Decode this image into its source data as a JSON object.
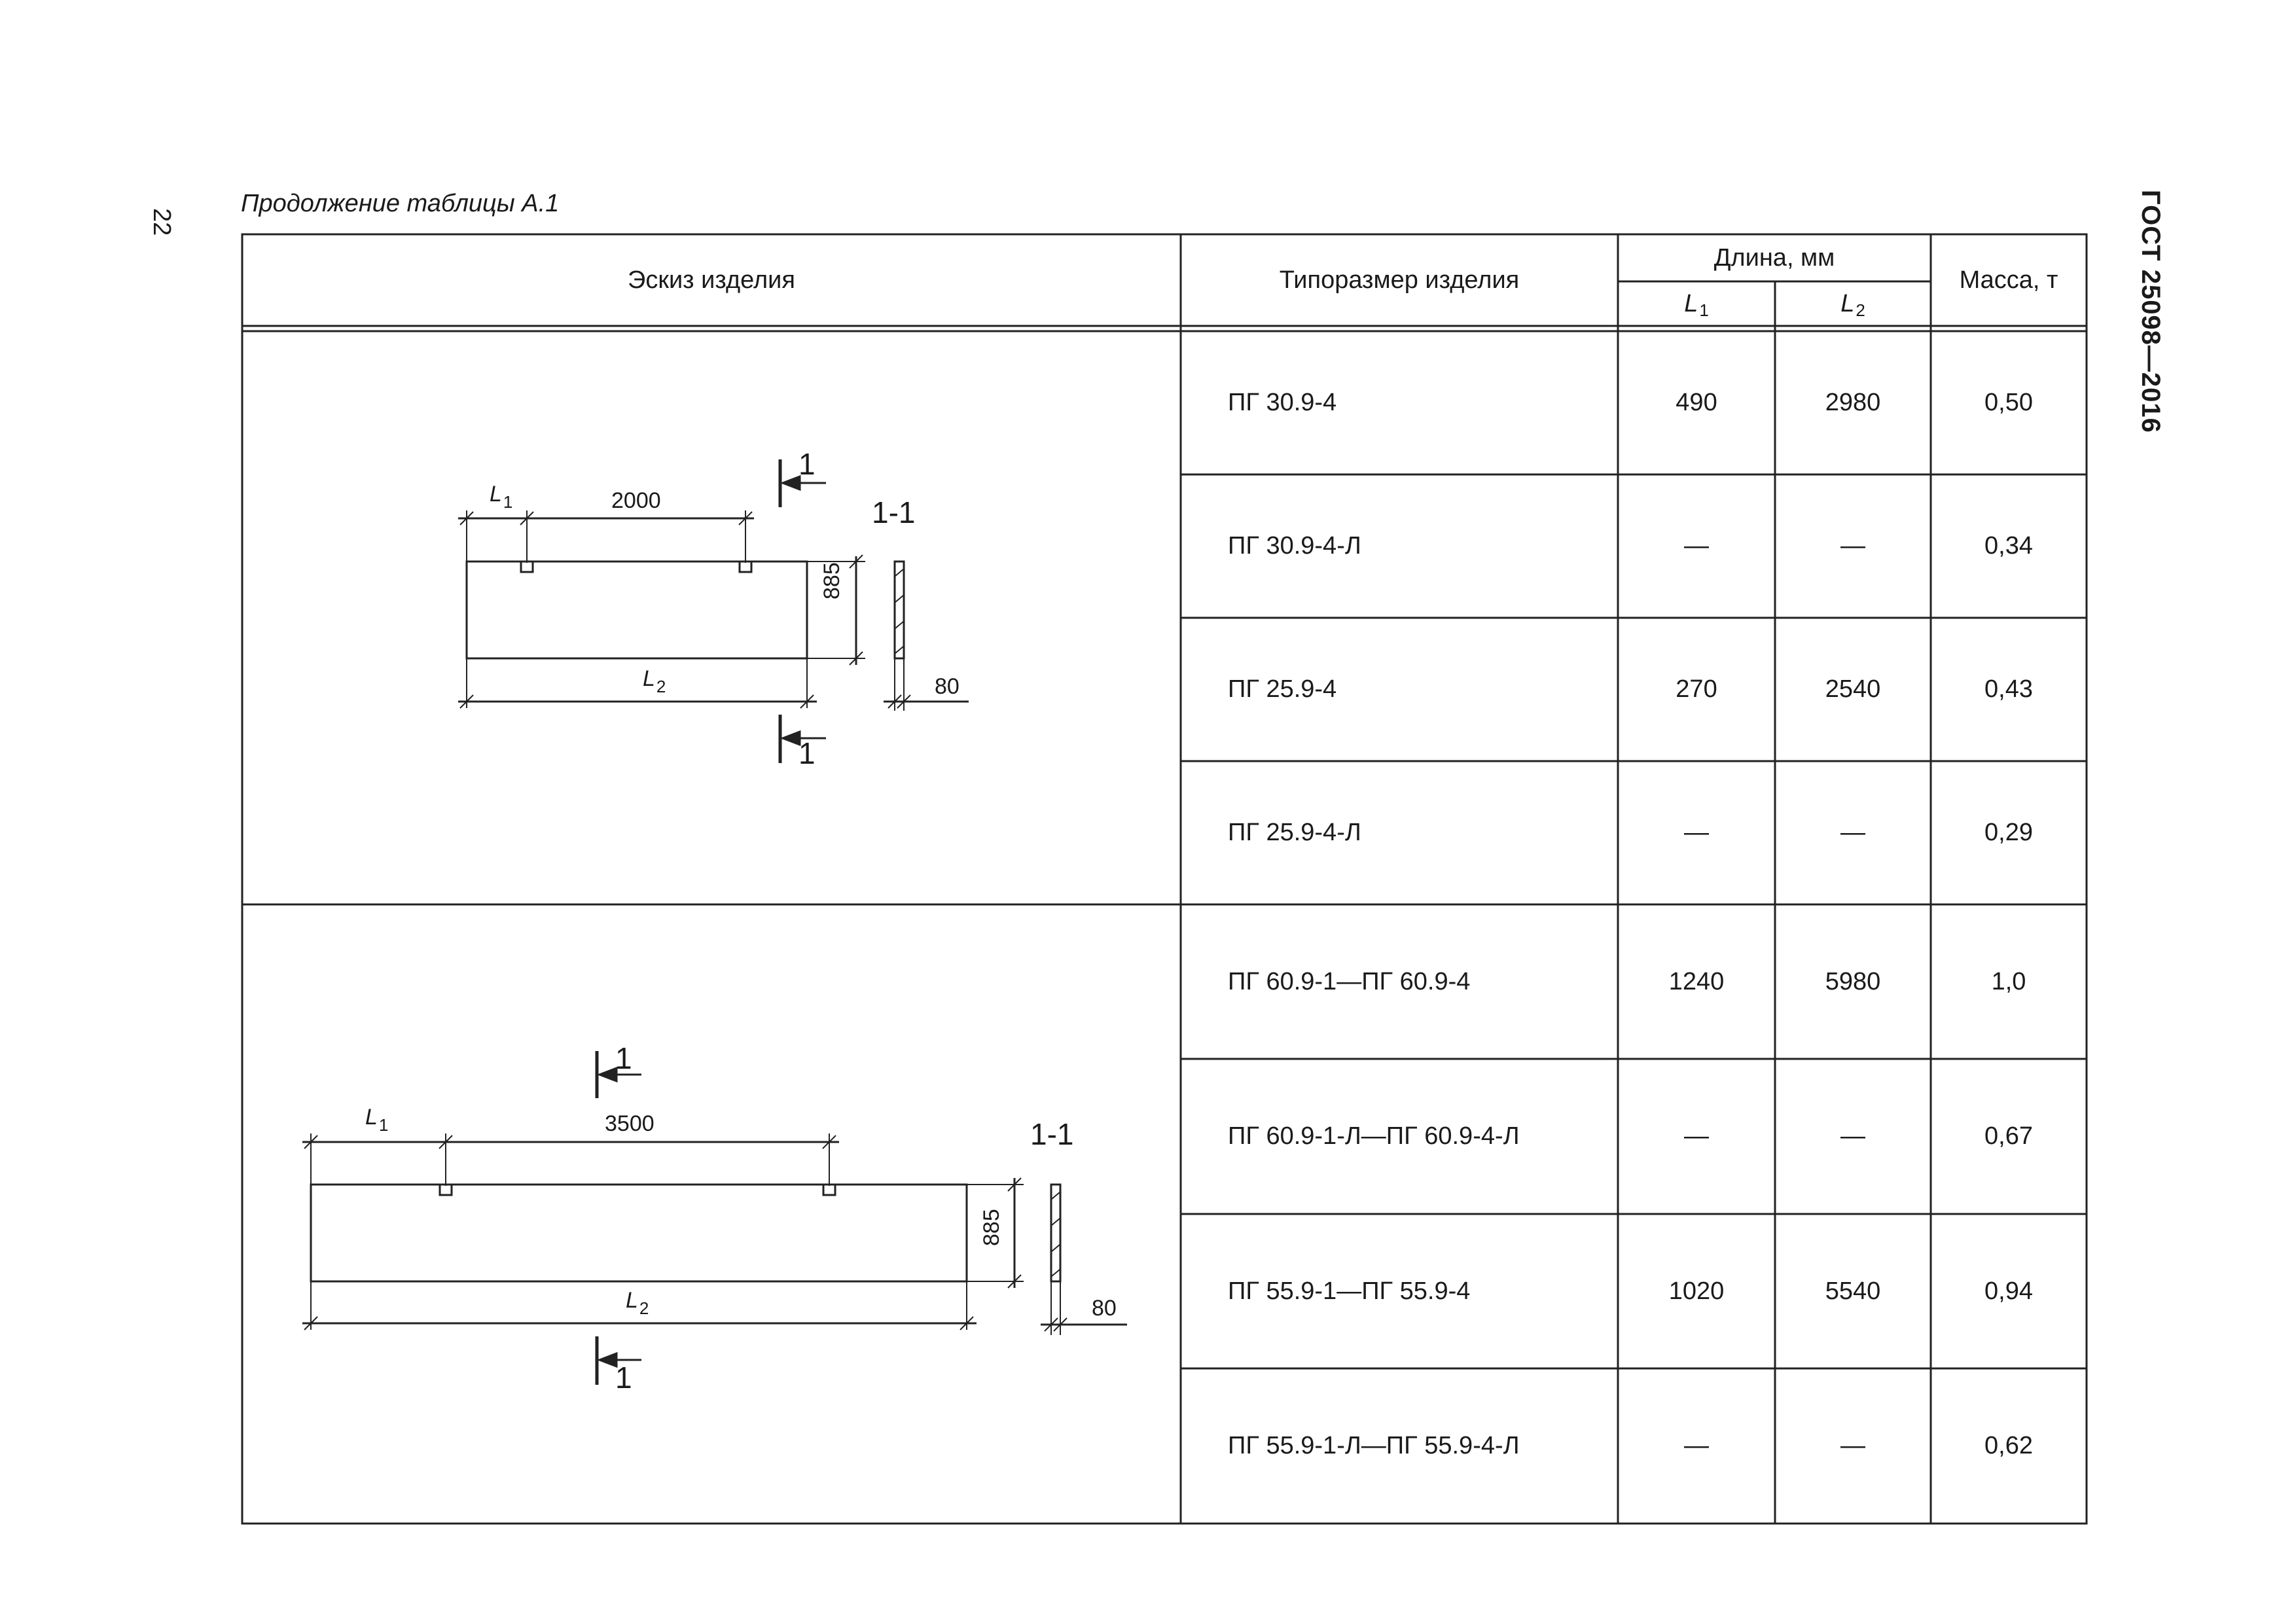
{
  "page": {
    "number": "22",
    "caption": "Продолжение таблицы А.1",
    "standard": "ГОСТ 25098—2016"
  },
  "table": {
    "headers": {
      "sketch": "Эскиз изделия",
      "type": "Типоразмер изделия",
      "length": "Длина, мм",
      "l1": "L",
      "l1_sub": "1",
      "l2": "L",
      "l2_sub": "2",
      "mass": "Масса, т"
    },
    "rows": [
      {
        "type": "ПГ 30.9-4",
        "l1": "490",
        "l2": "2980",
        "mass": "0,50"
      },
      {
        "type": "ПГ 30.9-4-Л",
        "l1": "—",
        "l2": "—",
        "mass": "0,34"
      },
      {
        "type": "ПГ 25.9-4",
        "l1": "270",
        "l2": "2540",
        "mass": "0,43"
      },
      {
        "type": "ПГ 25.9-4-Л",
        "l1": "—",
        "l2": "—",
        "mass": "0,29"
      },
      {
        "type": "ПГ 60.9-1—ПГ 60.9-4",
        "l1": "1240",
        "l2": "5980",
        "mass": "1,0"
      },
      {
        "type": "ПГ 60.9-1-Л—ПГ 60.9-4-Л",
        "l1": "—",
        "l2": "—",
        "mass": "0,67"
      },
      {
        "type": "ПГ 55.9-1—ПГ 55.9-4",
        "l1": "1020",
        "l2": "5540",
        "mass": "0,94"
      },
      {
        "type": "ПГ 55.9-1-Л—ПГ 55.9-4-Л",
        "l1": "—",
        "l2": "—",
        "mass": "0,62"
      }
    ]
  },
  "sketches": [
    {
      "l1": "L",
      "l1_sub": "1",
      "l2": "L",
      "l2_sub": "2",
      "span": "2000",
      "height": "885",
      "thickness": "80",
      "section": "1-1",
      "mark": "1"
    },
    {
      "l1": "L",
      "l1_sub": "1",
      "l2": "L",
      "l2_sub": "2",
      "span": "3500",
      "height": "885",
      "thickness": "80",
      "section": "1-1",
      "mark": "1"
    }
  ]
}
